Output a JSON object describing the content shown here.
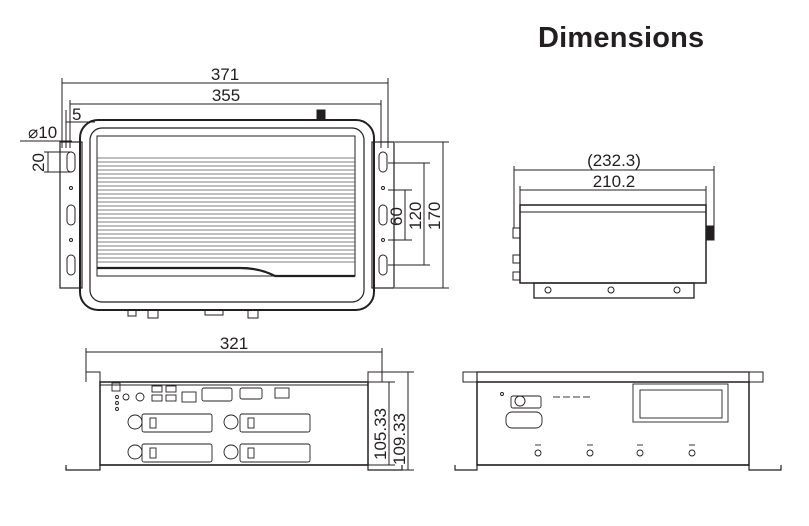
{
  "title": "Dimensions",
  "colors": {
    "line": "#231f20",
    "background": "#ffffff"
  },
  "top_view": {
    "overall_width": "371",
    "hole_spacing": "355",
    "bracket_offset": "5",
    "hole_diameter": "⌀10",
    "hole_height": "20",
    "slot_spacing_small": "60",
    "slot_spacing_large": "120",
    "overall_depth": "170"
  },
  "side_view": {
    "overall_length": "(232.3)",
    "body_length": "210.2"
  },
  "front_view": {
    "width": "321",
    "height_body": "105.33",
    "height_overall": "109.33"
  }
}
